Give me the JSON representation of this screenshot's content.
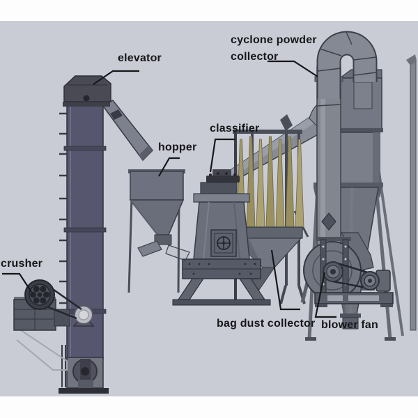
{
  "diagram": {
    "labels": {
      "elevator": "elevator",
      "cyclone_line1": "cyclone powder",
      "cyclone_line2": "collector",
      "hopper": "hopper",
      "classifier": "classifier",
      "crusher": "crusher",
      "bag_dust_collector": "bag dust collector",
      "blower_fan": "blower fan"
    },
    "colors": {
      "canvas_background": "#c9ccd4",
      "border_strip": "#fdfdfd",
      "machine_gray": "#70747f",
      "machine_dark": "#4e525c",
      "elevator_column": "#56566e",
      "filter_bag_tan": "#a39968",
      "label_text": "#17171b",
      "leader_line": "#17171b"
    }
  }
}
